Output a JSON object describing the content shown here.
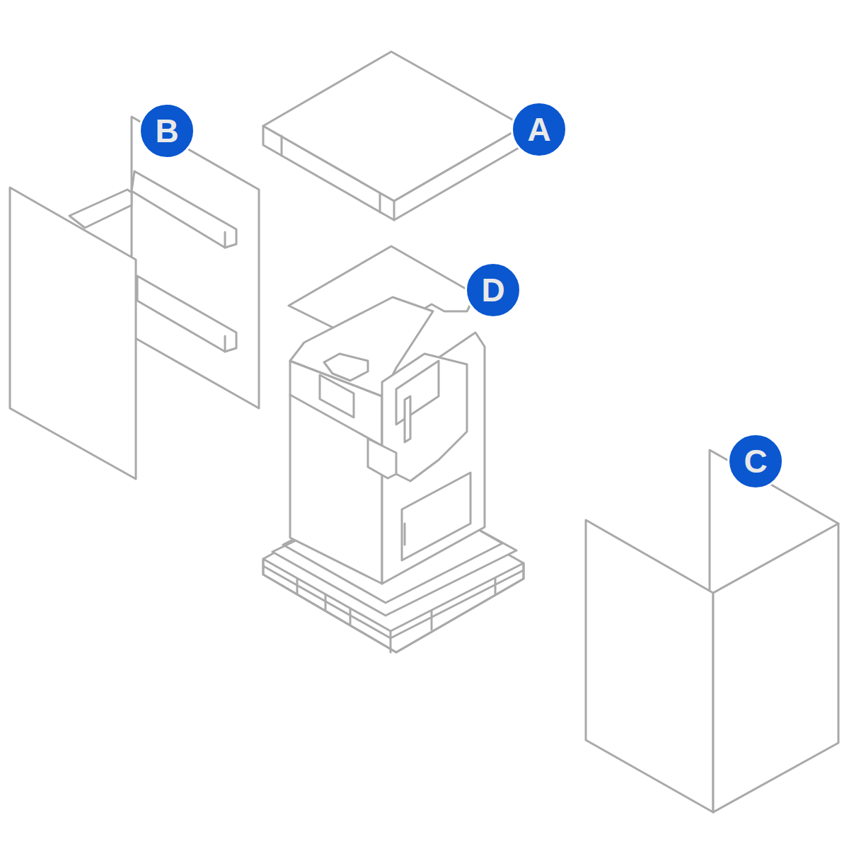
{
  "diagram": {
    "nodes": [
      {
        "text": [
          "B"
        ]
      },
      {
        "text": [
          "A"
        ]
      },
      {
        "text": [
          "D"
        ]
      },
      {
        "text": [
          "C"
        ]
      }
    ]
  }
}
